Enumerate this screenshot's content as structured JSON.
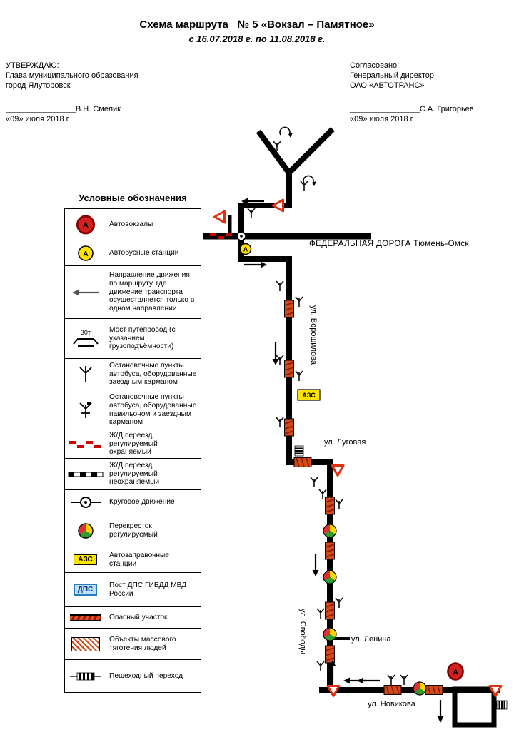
{
  "title": {
    "line1": "Схема маршрута   № 5 «Вокзал – Памятное»",
    "line2": "с 16.07.2018 г. по 11.08.2018 г."
  },
  "approvals": {
    "left": {
      "heading": "УТВЕРЖДАЮ:",
      "line2": "Глава муниципального образования",
      "line3": "город Ялуторовск",
      "signature": "________________В.Н. Смелик",
      "date": "«09» июля 2018 г."
    },
    "right": {
      "heading": "Согласовано:",
      "line2": "Генеральный директор",
      "line3": "ОАО  «АВТОТРАНС»",
      "signature": "________________С.А. Григорьев",
      "date": "«09» июля 2018 г."
    }
  },
  "legend": {
    "title": "Условные обозначения",
    "items": [
      {
        "icon": "bus-terminal-icon",
        "label": "Автовокзалы",
        "symbol_text": "А"
      },
      {
        "icon": "bus-station-icon",
        "label": "Автобусные станции",
        "symbol_text": "А"
      },
      {
        "icon": "one-way-arrow-icon",
        "label": "Направление движения по маршруту, где движение транспорта осуществляется только в одном направлении"
      },
      {
        "icon": "bridge-icon",
        "label": "Мост путепровод (с указанием грузоподъёмности)",
        "symbol_text": "30т"
      },
      {
        "icon": "bus-stop-pocket-icon",
        "label": "Остановочные пункты автобуса, оборудованные заездным карманом"
      },
      {
        "icon": "bus-stop-pavilion-icon",
        "label": "Остановочные пункты автобуса, оборудованные павильоном и заездным карманом"
      },
      {
        "icon": "railway-crossing-guarded-icon",
        "label": "Ж/Д переезд регулируемый охраняемый"
      },
      {
        "icon": "railway-crossing-unguarded-icon",
        "label": "Ж/Д переезд регулируемый неохраняемый"
      },
      {
        "icon": "roundabout-icon",
        "label": "Круговое движение"
      },
      {
        "icon": "traffic-light-icon",
        "label": "Перекресток регулируемый"
      },
      {
        "icon": "gas-station-icon",
        "label": "Автозаправочные станции",
        "symbol_text": "АЗС"
      },
      {
        "icon": "dps-post-icon",
        "label": "Пост ДПС ГИБДД МВД России",
        "symbol_text": "ДПС"
      },
      {
        "icon": "danger-section-icon",
        "label": "Опасный участок"
      },
      {
        "icon": "mass-attraction-icon",
        "label": "Объекты массового тяготения людей"
      },
      {
        "icon": "pedestrian-crossing-icon",
        "label": "Пешеходный переход"
      }
    ]
  },
  "map": {
    "federal_road_label": "ФЕДЕРАЛЬНАЯ ДОРОГА Тюмень-Омск",
    "street_voroshilova": "ул. Ворошилова",
    "street_lugovaya": "ул. Луговая",
    "street_svobody": "ул. Свободы",
    "street_lenina": "ул. Ленина",
    "street_novikova": "ул. Новикова",
    "azs_label": "АЗС",
    "station_letter": "А",
    "terminal_letter": "А"
  },
  "colors": {
    "route_black": "#000000",
    "accent_red": "#d42020",
    "accent_yellow": "#ffe400",
    "danger_orange": "#d2491a",
    "dps_blue": "#2a7ac0"
  }
}
